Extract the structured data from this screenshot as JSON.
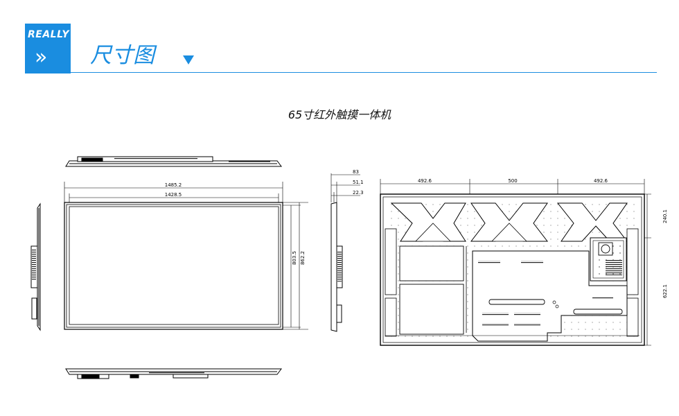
{
  "brand": "REALLY",
  "section_title": "尺寸图",
  "drawing_title": "65寸红外触摸一体机",
  "front_view": {
    "overall_width": "1485.2",
    "display_width": "1428.5",
    "display_height": "803.5",
    "overall_height": "862.2"
  },
  "side_view": {
    "depth_total": "83",
    "depth_mid": "51.1",
    "depth_panel": "22.3"
  },
  "back_view": {
    "span_left": "492.6",
    "span_center": "500",
    "span_right": "492.6",
    "height_top": "240.1",
    "height_bottom": "622.1"
  }
}
